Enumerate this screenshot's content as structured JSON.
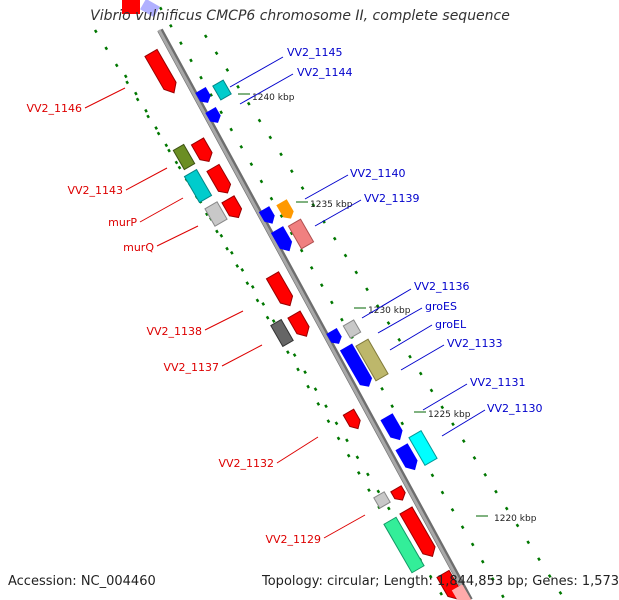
{
  "title": "Vibrio vulnificus CMCP6 chromosome II, complete sequence",
  "accession": "Accession: NC_004460",
  "topology": "Topology: circular; Length: 1,844,853 bp; Genes: 1,573",
  "colors": {
    "backbone": "#8c8c8c",
    "forward_gene": "#ff0000",
    "reverse_gene": "#0000ff",
    "label_forward": "#dd0000",
    "label_reverse": "#0000cc",
    "tick": "#007700"
  },
  "ticks": [
    "1240 kbp",
    "1235 kbp",
    "1230 kbp",
    "1225 kbp",
    "1220 kbp"
  ],
  "genes_right": [
    "VV2_1145",
    "VV2_1144",
    "VV2_1140",
    "VV2_1139",
    "VV2_1136",
    "groES",
    "groEL",
    "VV2_1133",
    "VV2_1131",
    "VV2_1130"
  ],
  "genes_left": [
    "VV2_1146",
    "VV2_1143",
    "murP",
    "murQ",
    "VV2_1138",
    "VV2_1137",
    "VV2_1132",
    "VV2_1129"
  ]
}
